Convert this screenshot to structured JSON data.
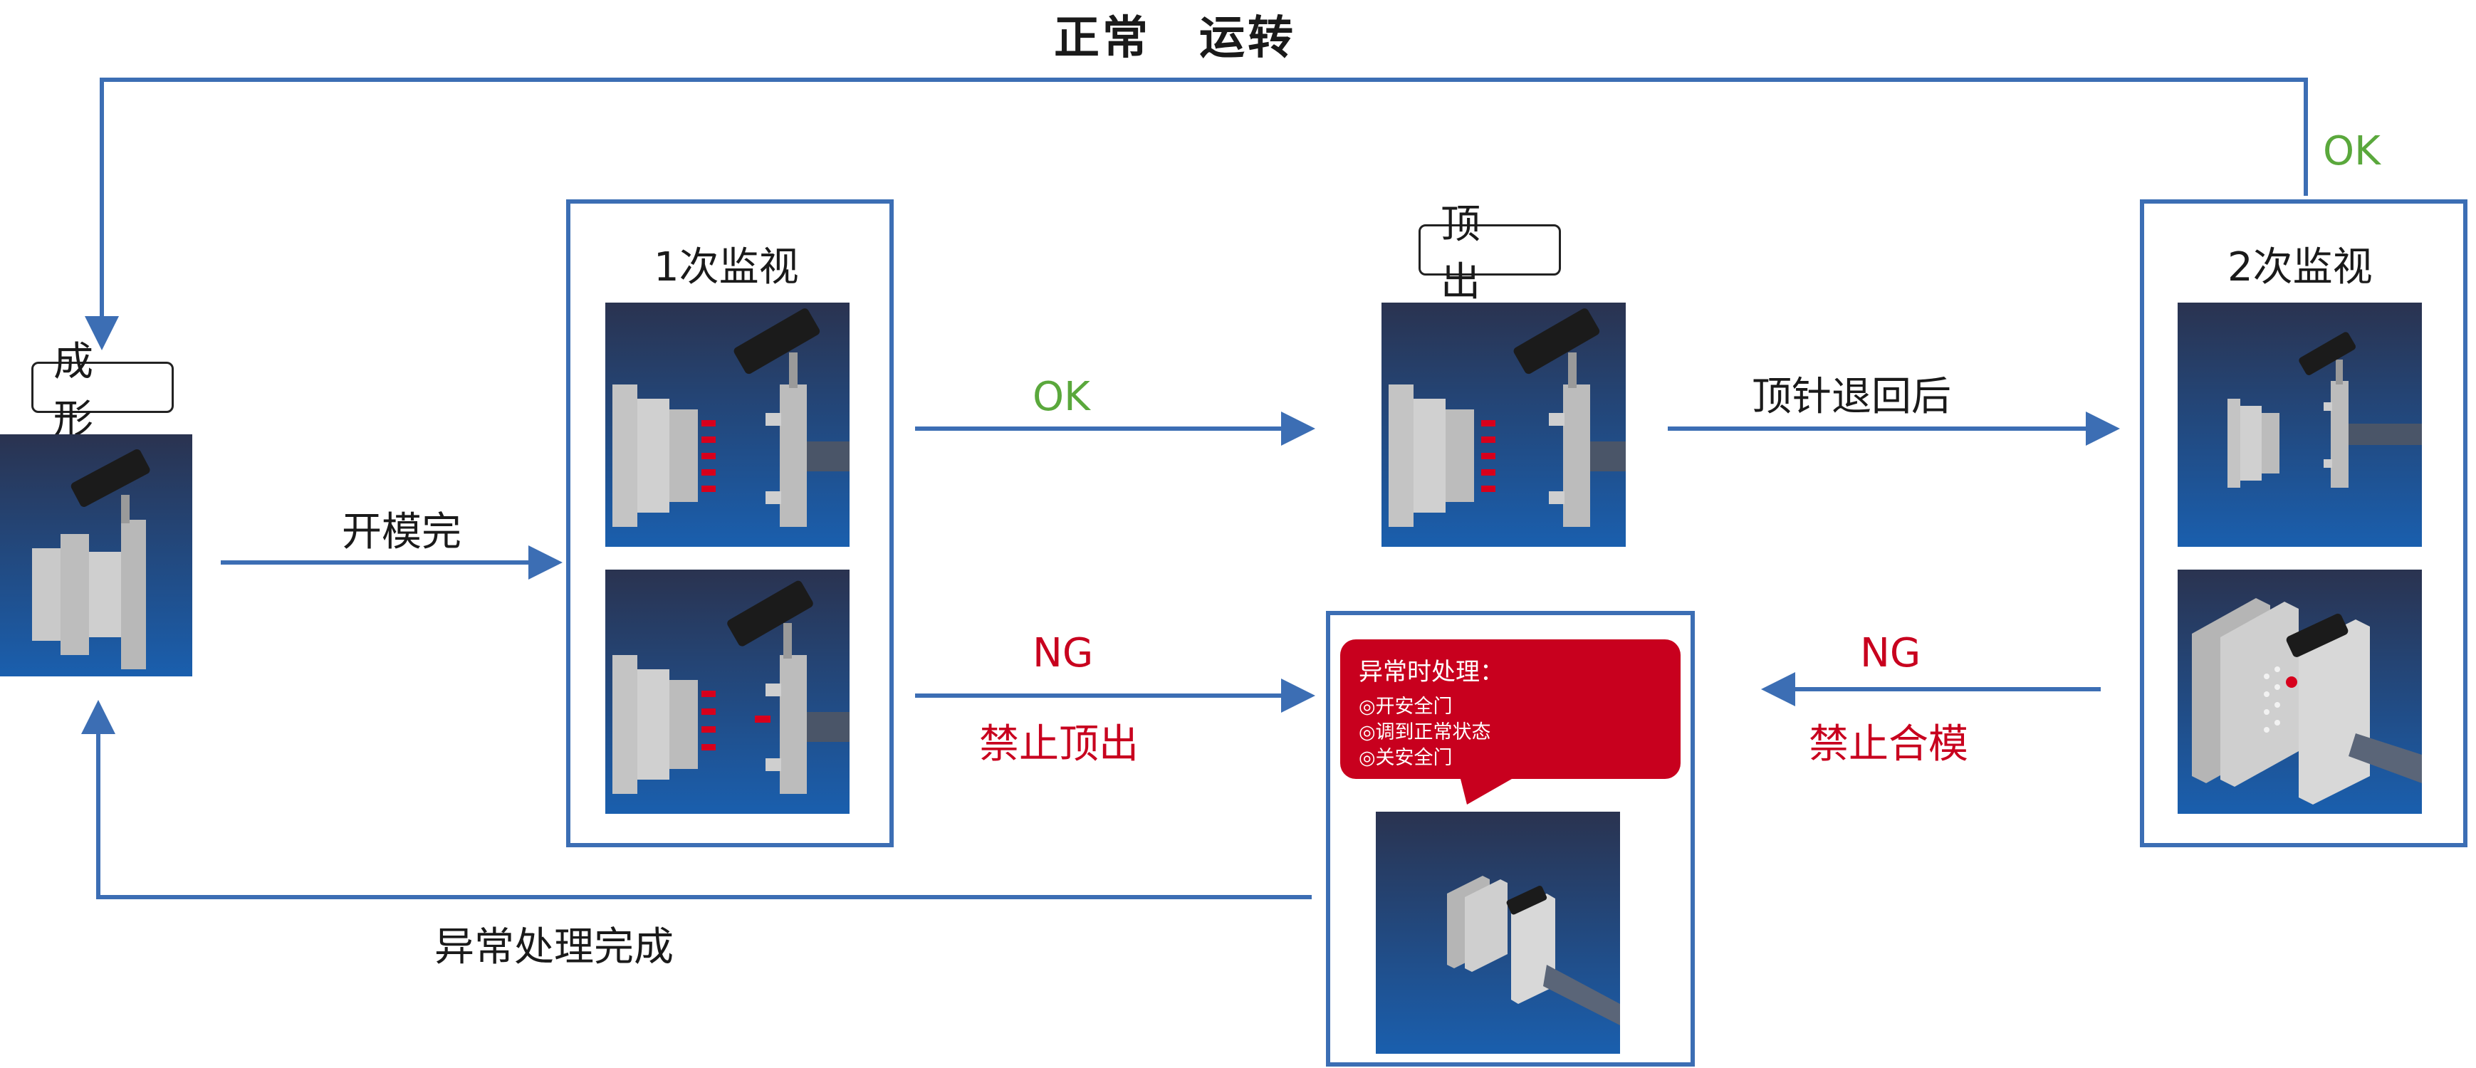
{
  "title": "正常　运转",
  "colors": {
    "line": "#3c6eb4",
    "ok": "#5aa83c",
    "ng": "#c8001e"
  },
  "nodes": {
    "molding": "成形",
    "first_monitor": "1次监视",
    "eject": "顶出",
    "second_monitor": "2次监视"
  },
  "edges": {
    "mold_open": "开模完",
    "first_ok": "OK",
    "after_pins": "顶针退回后",
    "second_ok": "OK",
    "first_ng": "NG",
    "first_ng_action": "禁止顶出",
    "second_ng": "NG",
    "second_ng_action": "禁止合模",
    "abnormal_done": "异常处理完成"
  },
  "abnormal": {
    "title": "异常时处理：",
    "steps": [
      "◎开安全门",
      "◎调到正常状态",
      "◎关安全门"
    ]
  }
}
